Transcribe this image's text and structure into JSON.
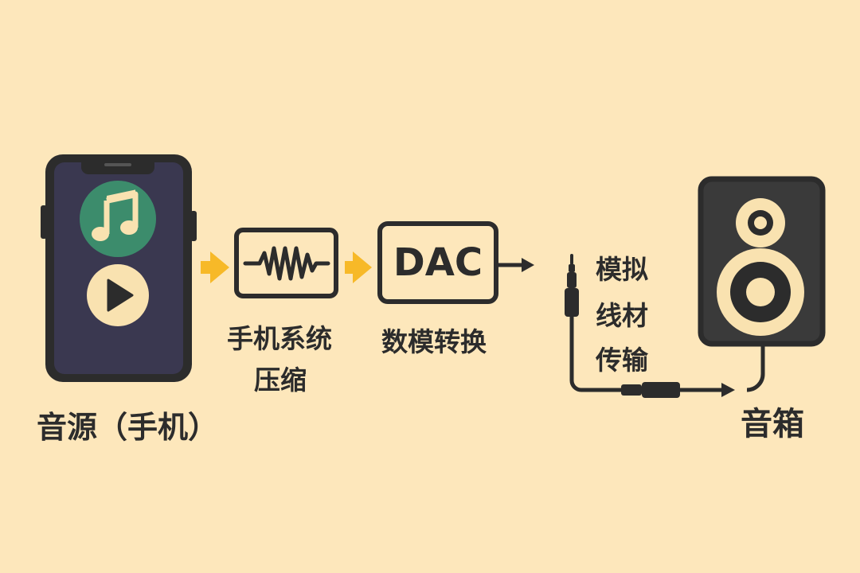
{
  "labels": {
    "source": "音源（手机）",
    "compress_line1": "手机系统",
    "compress_line2": "压缩",
    "dac_box": "DAC",
    "dac_caption": "数模转换",
    "cable_line1": "模拟",
    "cable_line2": "线材",
    "cable_line3": "传输",
    "speaker": "音箱"
  },
  "colors": {
    "background": "#fde7bb",
    "outline": "#2c2c2c",
    "arrow_yellow": "#f7b928",
    "music_icon_green": "#3c8c6c",
    "phone_screen": "#3a3850",
    "icon_cream": "#f9e2b0"
  },
  "icons": {
    "music": "music-note-icon",
    "play": "play-icon",
    "waveform": "waveform-icon",
    "speaker": "speaker-icon"
  }
}
